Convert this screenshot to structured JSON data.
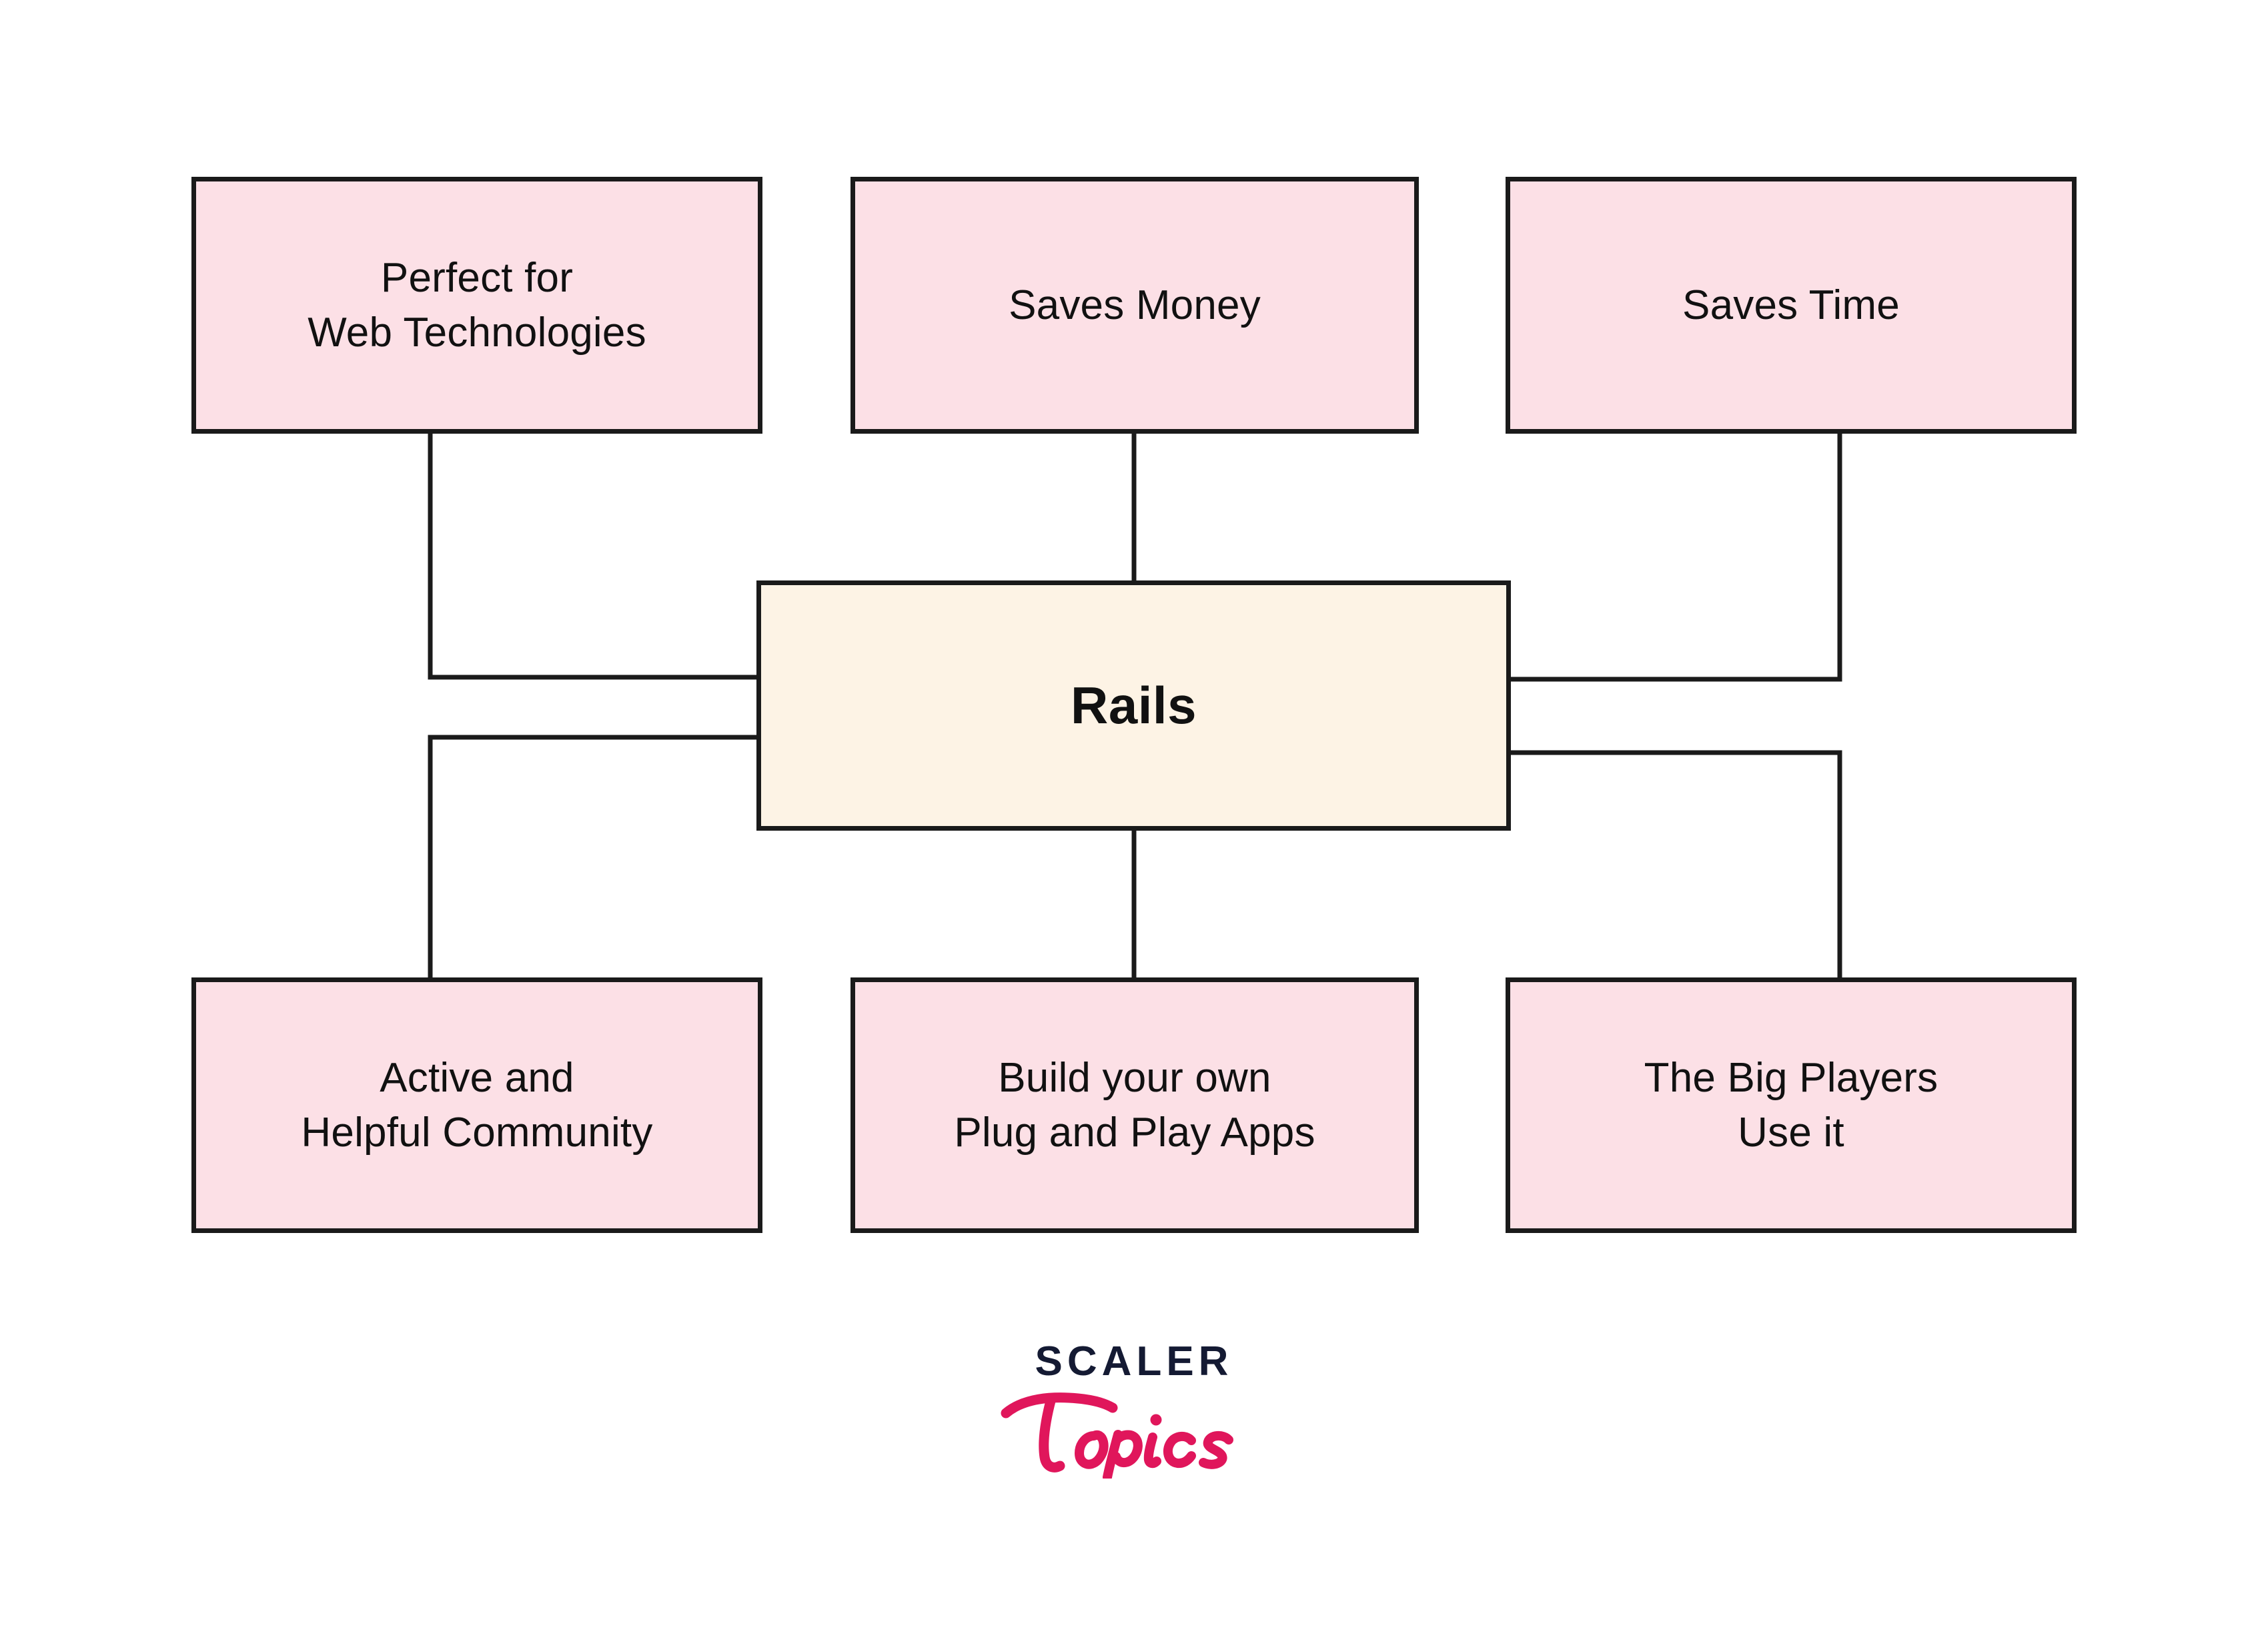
{
  "diagram": {
    "type": "hub-and-spoke",
    "title": "Rails",
    "center": {
      "id": "rails",
      "label": "Rails",
      "fill": "#fdf3e5",
      "border": "#1a1a1a"
    },
    "leaf_fill": "#fce0e6",
    "leaf_border": "#1a1a1a",
    "nodes": [
      {
        "id": "web-tech",
        "label": "Perfect for\nWeb Technologies",
        "row": "top",
        "column": "left"
      },
      {
        "id": "saves-money",
        "label": "Saves Money",
        "row": "top",
        "column": "center"
      },
      {
        "id": "saves-time",
        "label": "Saves Time",
        "row": "top",
        "column": "right"
      },
      {
        "id": "community",
        "label": "Active and\nHelpful Community",
        "row": "bottom",
        "column": "left"
      },
      {
        "id": "plug-play",
        "label": "Build your own\nPlug and Play Apps",
        "row": "bottom",
        "column": "center"
      },
      {
        "id": "big-players",
        "label": "The Big Players\nUse it",
        "row": "bottom",
        "column": "right"
      }
    ],
    "edges": [
      {
        "from": "web-tech",
        "to": "rails",
        "style": "elbow"
      },
      {
        "from": "saves-money",
        "to": "rails",
        "style": "straight"
      },
      {
        "from": "saves-time",
        "to": "rails",
        "style": "elbow"
      },
      {
        "from": "community",
        "to": "rails",
        "style": "elbow"
      },
      {
        "from": "plug-play",
        "to": "rails",
        "style": "straight"
      },
      {
        "from": "big-players",
        "to": "rails",
        "style": "elbow"
      }
    ]
  },
  "logo": {
    "wordmark": "SCALER",
    "script": "Topics",
    "wordmark_color": "#141a33",
    "script_color": "#e0165b"
  }
}
